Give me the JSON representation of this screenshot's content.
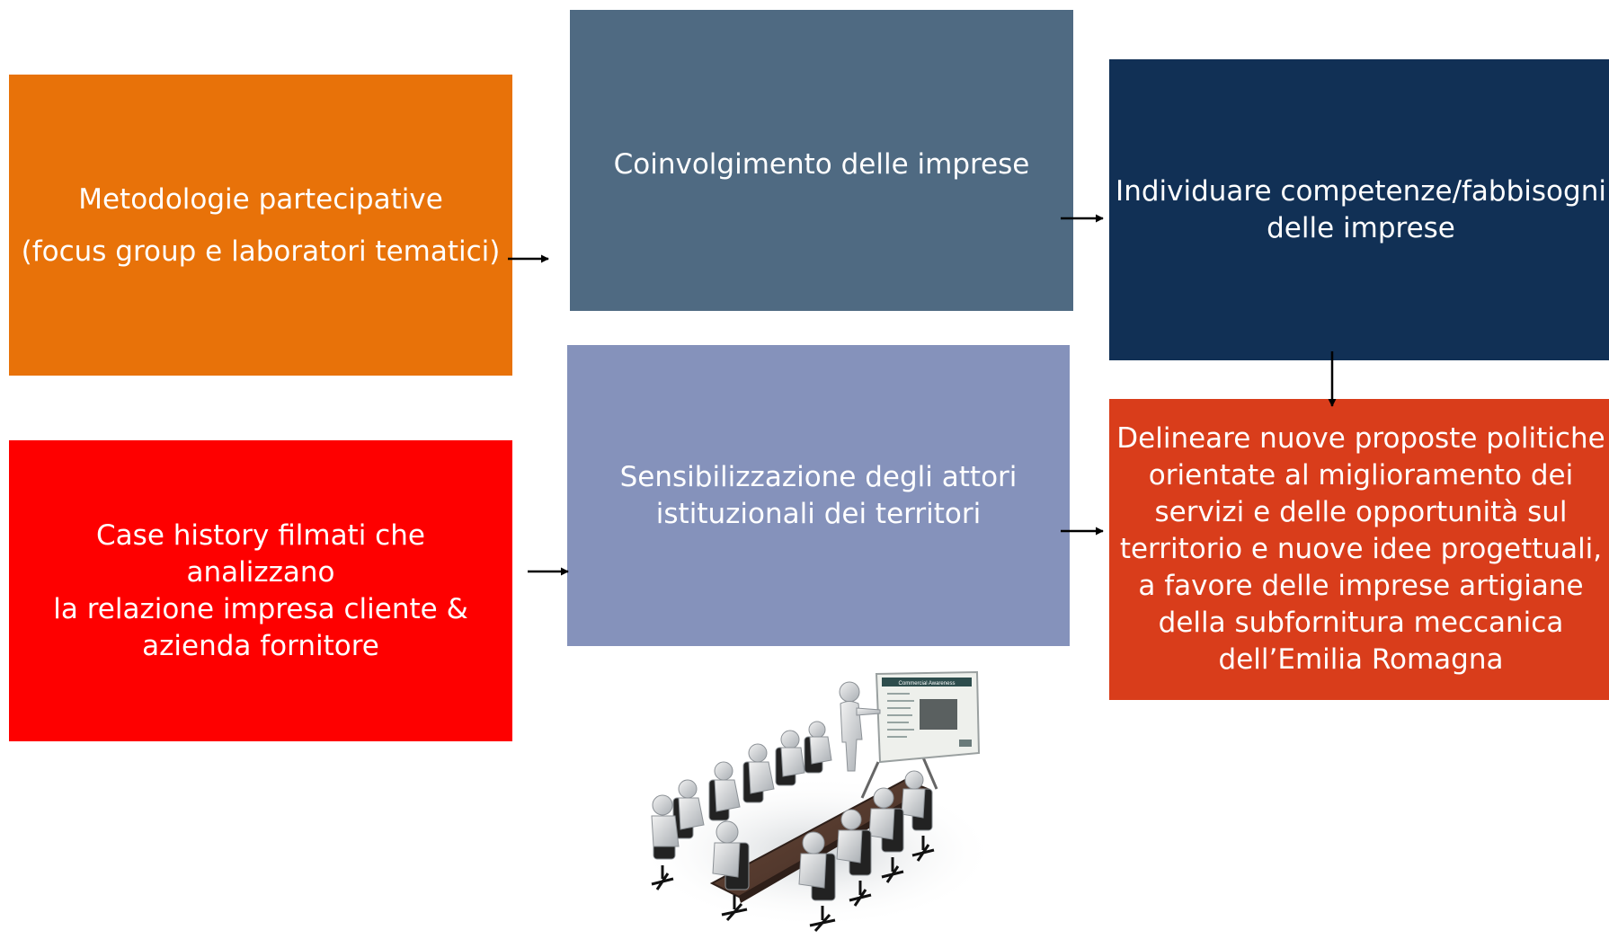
{
  "colors": {
    "orange": "#e87209",
    "red": "#fe0000",
    "slate": "#4f6a82",
    "lavender": "#8592bb",
    "navy": "#113055",
    "vermilion": "#d93d1b"
  },
  "boxes": {
    "metodologie": [
      "Metodologie partecipative",
      "(focus group e laboratori tematici)"
    ],
    "case_history": [
      "Case history filmati che analizzano",
      "la relazione impresa cliente &",
      "azienda fornitore"
    ],
    "coinvolgimento": [
      "Coinvolgimento delle imprese"
    ],
    "sensibilizzazione": [
      "Sensibilizzazione degli attori",
      "istituzionali dei territori"
    ],
    "individuare": [
      "Individuare competenze/fabbisogni",
      "delle imprese"
    ],
    "delineare": [
      "Delineare nuove proposte politiche",
      "orientate al miglioramento dei",
      "servizi e delle opportunità sul",
      "territorio e nuove idee progettuali,",
      "a favore delle imprese artigiane",
      "della subfornitura meccanica",
      "dell’Emilia Romagna"
    ]
  },
  "illustration": {
    "description_icon": "meeting-icon",
    "board_title": "Commercial Awareness"
  }
}
